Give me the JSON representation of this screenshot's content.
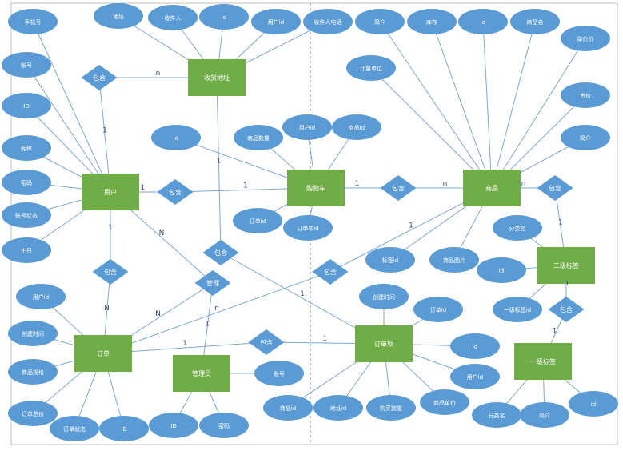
{
  "colors": {
    "entity_fill": "#70ad47",
    "attribute_fill": "#5b9bd5",
    "relation_fill": "#5b9bd5",
    "line": "#7fa7cf",
    "label_text": "#ffffff",
    "cardinality_text": "#2e4f7a",
    "frame": "#bfbfbf",
    "divider": "#7f7f7f"
  },
  "entities": [
    {
      "id": "e_address",
      "label": "收货地址"
    },
    {
      "id": "e_user",
      "label": "用户"
    },
    {
      "id": "e_cart",
      "label": "购物车"
    },
    {
      "id": "e_goods",
      "label": "商品"
    },
    {
      "id": "e_tag2",
      "label": "二级标签"
    },
    {
      "id": "e_order",
      "label": "订单"
    },
    {
      "id": "e_admin",
      "label": "管理员"
    },
    {
      "id": "e_item",
      "label": "订单项"
    },
    {
      "id": "e_tag1",
      "label": "一级标签"
    }
  ],
  "relations": [
    {
      "id": "r1",
      "label": "包含"
    },
    {
      "id": "r2",
      "label": "包含"
    },
    {
      "id": "r3",
      "label": "包含"
    },
    {
      "id": "r4",
      "label": "包含"
    },
    {
      "id": "r5",
      "label": "包含"
    },
    {
      "id": "r6",
      "label": "包含"
    },
    {
      "id": "r7",
      "label": "包含"
    },
    {
      "id": "r8",
      "label": "管理"
    },
    {
      "id": "r9",
      "label": "包含"
    },
    {
      "id": "r10",
      "label": "包含"
    }
  ],
  "attributes": [
    {
      "id": "a1",
      "label": "手机号"
    },
    {
      "id": "a2",
      "label": "地址"
    },
    {
      "id": "a3",
      "label": "收件人"
    },
    {
      "id": "a4",
      "label": "id"
    },
    {
      "id": "a5",
      "label": "用户id"
    },
    {
      "id": "a6",
      "label": "收件人电话"
    },
    {
      "id": "a7",
      "label": "简介"
    },
    {
      "id": "a8",
      "label": "库存"
    },
    {
      "id": "a9",
      "label": "id"
    },
    {
      "id": "a10",
      "label": "商品名"
    },
    {
      "id": "a11",
      "label": "单价价"
    },
    {
      "id": "a12",
      "label": "账号"
    },
    {
      "id": "a13",
      "label": "计量单位"
    },
    {
      "id": "a14",
      "label": "ID"
    },
    {
      "id": "a15",
      "label": "售价"
    },
    {
      "id": "a16",
      "label": "用户id"
    },
    {
      "id": "a17",
      "label": "商品id"
    },
    {
      "id": "a18",
      "label": "id"
    },
    {
      "id": "a19",
      "label": "商品数量"
    },
    {
      "id": "a20",
      "label": "昵称"
    },
    {
      "id": "a21",
      "label": "简介"
    },
    {
      "id": "a22",
      "label": "密码"
    },
    {
      "id": "a23",
      "label": "账号状态"
    },
    {
      "id": "a24",
      "label": "订单id"
    },
    {
      "id": "a25",
      "label": "订单项id"
    },
    {
      "id": "a26",
      "label": "分类名"
    },
    {
      "id": "a27",
      "label": "生日"
    },
    {
      "id": "a28",
      "label": "标签id"
    },
    {
      "id": "a29",
      "label": "商品图片"
    },
    {
      "id": "a30",
      "label": "id"
    },
    {
      "id": "a31",
      "label": "用户id"
    },
    {
      "id": "a32",
      "label": "创建时间"
    },
    {
      "id": "a33",
      "label": "订单id"
    },
    {
      "id": "a34",
      "label": "一级标签id"
    },
    {
      "id": "a35",
      "label": "创建时间"
    },
    {
      "id": "a36",
      "label": "id"
    },
    {
      "id": "a37",
      "label": "商品规格"
    },
    {
      "id": "a38",
      "label": "账号"
    },
    {
      "id": "a39",
      "label": "用户id"
    },
    {
      "id": "a40",
      "label": "订单总价"
    },
    {
      "id": "a41",
      "label": "商品id"
    },
    {
      "id": "a42",
      "label": "地址id"
    },
    {
      "id": "a43",
      "label": "购买数量"
    },
    {
      "id": "a44",
      "label": "商品单价"
    },
    {
      "id": "a45",
      "label": "id"
    },
    {
      "id": "a46",
      "label": "订单状态"
    },
    {
      "id": "a47",
      "label": "ID"
    },
    {
      "id": "a48",
      "label": "ID"
    },
    {
      "id": "a49",
      "label": "密码"
    },
    {
      "id": "a50",
      "label": "分类名"
    },
    {
      "id": "a51",
      "label": "简介"
    }
  ],
  "edges": [
    {
      "from": "a1",
      "to": "e_user"
    },
    {
      "from": "a12",
      "to": "e_user"
    },
    {
      "from": "a14",
      "to": "e_user"
    },
    {
      "from": "a20",
      "to": "e_user"
    },
    {
      "from": "a22",
      "to": "e_user"
    },
    {
      "from": "a23",
      "to": "e_user"
    },
    {
      "from": "a27",
      "to": "e_user"
    },
    {
      "from": "a2",
      "to": "e_address"
    },
    {
      "from": "a3",
      "to": "e_address"
    },
    {
      "from": "a4",
      "to": "e_address"
    },
    {
      "from": "a5",
      "to": "e_address"
    },
    {
      "from": "a6",
      "to": "e_address"
    },
    {
      "from": "a7",
      "to": "e_goods"
    },
    {
      "from": "a8",
      "to": "e_goods"
    },
    {
      "from": "a9",
      "to": "e_goods"
    },
    {
      "from": "a10",
      "to": "e_goods"
    },
    {
      "from": "a11",
      "to": "e_goods"
    },
    {
      "from": "a13",
      "to": "e_goods"
    },
    {
      "from": "a15",
      "to": "e_goods"
    },
    {
      "from": "a21",
      "to": "e_goods"
    },
    {
      "from": "a28",
      "to": "e_goods"
    },
    {
      "from": "a29",
      "to": "e_goods"
    },
    {
      "from": "a16",
      "to": "e_cart"
    },
    {
      "from": "a17",
      "to": "e_cart"
    },
    {
      "from": "a18",
      "to": "e_cart"
    },
    {
      "from": "a19",
      "to": "e_cart"
    },
    {
      "from": "a24",
      "to": "e_cart"
    },
    {
      "from": "a25",
      "to": "e_cart"
    },
    {
      "from": "a26",
      "to": "e_tag2"
    },
    {
      "from": "a30",
      "to": "e_tag2"
    },
    {
      "from": "a34",
      "to": "e_tag2"
    },
    {
      "from": "a50",
      "to": "e_tag1"
    },
    {
      "from": "a51",
      "to": "e_tag1"
    },
    {
      "from": "a45",
      "to": "e_tag1"
    },
    {
      "from": "a31",
      "to": "e_order"
    },
    {
      "from": "a32",
      "to": "e_order"
    },
    {
      "from": "a37",
      "to": "e_order"
    },
    {
      "from": "a40",
      "to": "e_order"
    },
    {
      "from": "a46",
      "to": "e_order"
    },
    {
      "from": "a47",
      "to": "e_order"
    },
    {
      "from": "a38",
      "to": "e_admin"
    },
    {
      "from": "a48",
      "to": "e_admin"
    },
    {
      "from": "a49",
      "to": "e_admin"
    },
    {
      "from": "a35",
      "to": "e_item"
    },
    {
      "from": "a33",
      "to": "e_item"
    },
    {
      "from": "a36",
      "to": "e_item"
    },
    {
      "from": "a39",
      "to": "e_item"
    },
    {
      "from": "a41",
      "to": "e_item"
    },
    {
      "from": "a42",
      "to": "e_item"
    },
    {
      "from": "a43",
      "to": "e_item"
    },
    {
      "from": "a44",
      "to": "e_item"
    },
    {
      "from": "r1",
      "to": "e_address",
      "label": "n"
    },
    {
      "from": "r1",
      "to": "e_user",
      "label": "1"
    },
    {
      "from": "e_user",
      "to": "r2",
      "label": "1"
    },
    {
      "from": "r2",
      "to": "e_cart",
      "label": "1"
    },
    {
      "from": "e_cart",
      "to": "r3",
      "label": "1"
    },
    {
      "from": "r3",
      "to": "e_goods",
      "label": "n"
    },
    {
      "from": "e_goods",
      "to": "r4",
      "label": "n"
    },
    {
      "from": "r4",
      "to": "e_tag2",
      "label": "1"
    },
    {
      "from": "e_tag2",
      "to": "r5",
      "label": "n"
    },
    {
      "from": "r5",
      "to": "e_tag1",
      "label": "1"
    },
    {
      "from": "e_user",
      "to": "r6",
      "label": "1"
    },
    {
      "from": "r6",
      "to": "e_order",
      "label": "N"
    },
    {
      "from": "e_address",
      "to": "r7",
      "label": "1"
    },
    {
      "from": "r7",
      "to": "e_item",
      "label": "1"
    },
    {
      "from": "e_user",
      "to": "r8",
      "label": "N"
    },
    {
      "from": "e_order",
      "to": "r8",
      "label": "N"
    },
    {
      "from": "r8",
      "to": "e_admin",
      "label": "1"
    },
    {
      "from": "e_order",
      "to": "r9",
      "label": "1"
    },
    {
      "from": "r9",
      "to": "e_item",
      "label": "1"
    },
    {
      "from": "e_goods",
      "to": "r10",
      "label": "1"
    },
    {
      "from": "r10",
      "to": "e_order",
      "label": "n"
    }
  ]
}
